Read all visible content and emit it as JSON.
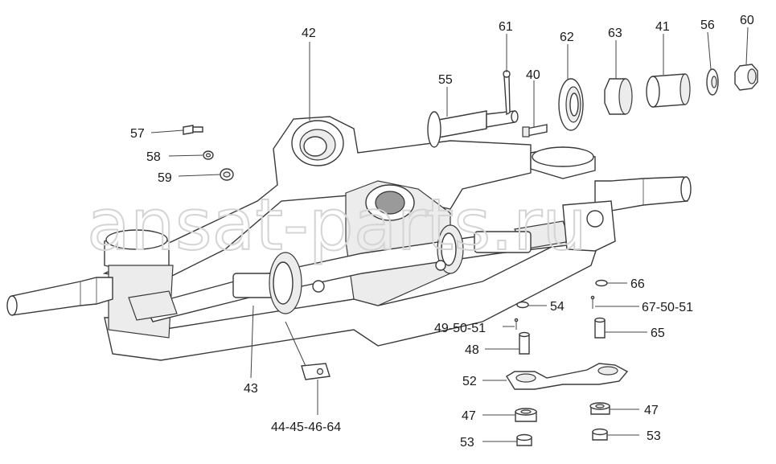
{
  "watermark": "ansat-parts.ru",
  "callouts": [
    {
      "id": "42",
      "text": "42"
    },
    {
      "id": "61",
      "text": "61"
    },
    {
      "id": "62",
      "text": "62"
    },
    {
      "id": "63",
      "text": "63"
    },
    {
      "id": "41",
      "text": "41"
    },
    {
      "id": "56",
      "text": "56"
    },
    {
      "id": "60",
      "text": "60"
    },
    {
      "id": "55",
      "text": "55"
    },
    {
      "id": "40",
      "text": "40"
    },
    {
      "id": "57",
      "text": "57"
    },
    {
      "id": "58",
      "text": "58"
    },
    {
      "id": "59",
      "text": "59"
    },
    {
      "id": "66",
      "text": "66"
    },
    {
      "id": "54",
      "text": "54"
    },
    {
      "id": "67-50-51",
      "text": "67-50-51"
    },
    {
      "id": "49-50-51",
      "text": "49-50-51"
    },
    {
      "id": "65",
      "text": "65"
    },
    {
      "id": "48",
      "text": "48"
    },
    {
      "id": "52",
      "text": "52"
    },
    {
      "id": "43",
      "text": "43"
    },
    {
      "id": "44-45-46-64",
      "text": "44-45-46-64"
    },
    {
      "id": "47a",
      "text": "47"
    },
    {
      "id": "47b",
      "text": "47"
    },
    {
      "id": "53a",
      "text": "53"
    },
    {
      "id": "53b",
      "text": "53"
    }
  ]
}
